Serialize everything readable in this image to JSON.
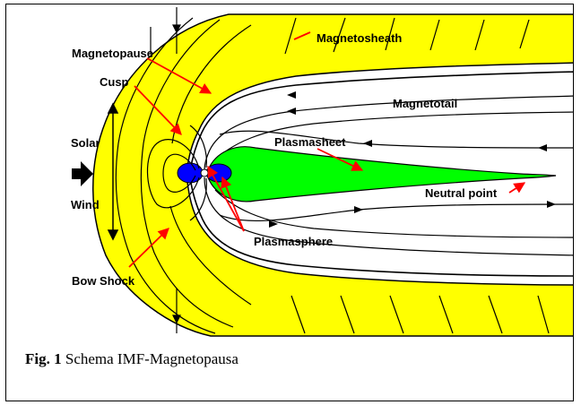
{
  "diagram": {
    "labels": {
      "magnetosheath": "Magnetosheath",
      "magnetopause": "Magnetopause",
      "cusp": "Cusp",
      "magnetotail": "Magnetotail",
      "plasmasheet": "Plasmasheet",
      "solar": "Solar",
      "wind": "Wind",
      "neutral_point": "Neutral point",
      "plasmasphere": "Plasmasphere",
      "bow_shock": "Bow Shock"
    },
    "colors": {
      "magnetosheath": "#ffff00",
      "plasmasheet": "#00ff00",
      "plasmasphere": "#0000ff",
      "arrow": "#ff0000",
      "field_line": "#000000"
    }
  },
  "caption": {
    "fig_label": "Fig. 1",
    "text": "Schema IMF-Magnetopausa"
  }
}
